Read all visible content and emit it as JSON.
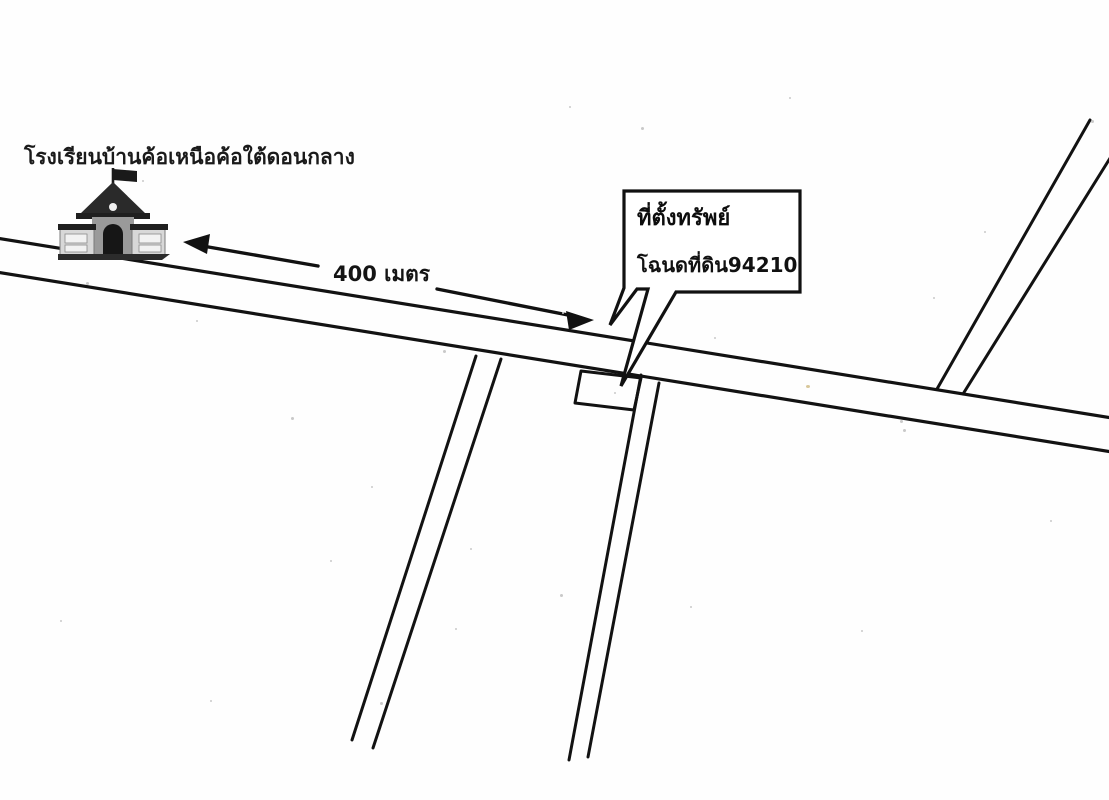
{
  "document": {
    "type": "hand-drawn location sketch map",
    "background_color": "#fefefe",
    "ink_color": "#111111"
  },
  "school": {
    "label": "โรงเรียนบ้านค้อเหนือค้อใต้ดอนกลาง",
    "icon": "school-building-icon"
  },
  "distance": {
    "label": "400 เมตร",
    "arrow_icon": "double-headed-arrow-icon"
  },
  "callout": {
    "title": "ที่ตั้งทรัพย์",
    "subtitle": "โฉนดที่ดิน94210",
    "pointer_icon": "callout-tail-icon"
  },
  "map_features": {
    "main_road_name": "main-road",
    "branch_road_name": "branch-road-northeast",
    "side_road_1_name": "side-road-left",
    "side_road_2_name": "side-road-right",
    "parcel_name": "property-parcel"
  }
}
